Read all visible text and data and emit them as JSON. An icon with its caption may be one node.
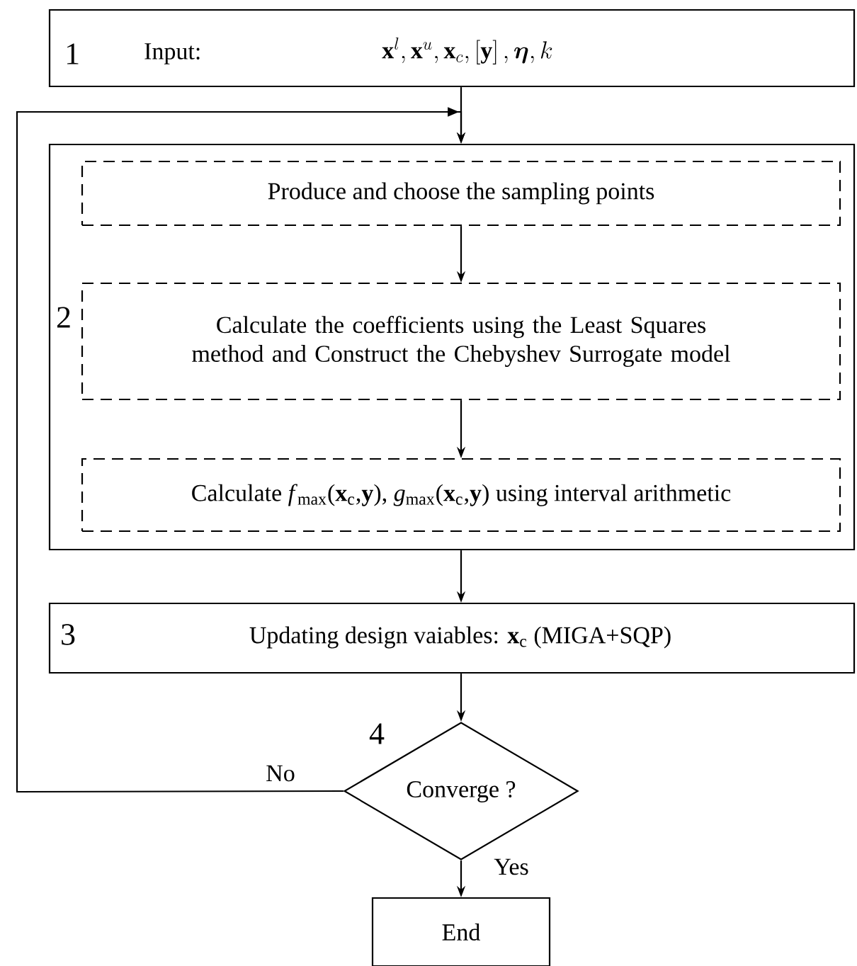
{
  "diagram": {
    "nodes": [
      {
        "text": [
          "1",
          "Input:",
          "\\mathbf{x}^{l},\\mathbf{x}^{u},\\mathbf{x}_{c},\\left[\\mathbf{y}\\right],\\boldsymbol{\\eta},k"
        ]
      },
      {
        "text": [
          "2"
        ]
      },
      {
        "text": [
          "Produce and choose the sampling points"
        ],
        "in": 1
      },
      {
        "text": [
          "Calculate the coefficients using the Least Squares method and Construct the Chebyshev Surrogate model"
        ],
        "in": 1
      },
      {
        "text": [
          "Calculate *f*$_{max}$(**x**$_{c}$,**y**),  *g*$_{max}$(**x**$_{c}$,**y**) using interval arithmetic"
        ],
        "in": 1
      },
      {
        "text": [
          "3",
          "Updating design vaiables: **x**$_{c}$ (MIGA+SQP)"
        ]
      },
      {
        "text": [
          "4",
          "Converge ?"
        ]
      },
      {
        "text": [
          "End"
        ]
      }
    ],
    "edges": [
      {
        "from": 0,
        "to": 1,
        "arrow": "to"
      },
      {
        "from": 2,
        "to": 3,
        "arrow": "to"
      },
      {
        "from": 3,
        "to": 4,
        "arrow": "to"
      },
      {
        "from": 1,
        "to": 5,
        "arrow": "to"
      },
      {
        "from": 5,
        "to": 6,
        "arrow": "to"
      },
      {
        "from": 6,
        "to": 7,
        "arrow": "to",
        "label": "Yes"
      },
      {
        "from": 6,
        "to": 1,
        "arrow": "to",
        "label": "No"
      }
    ]
  }
}
